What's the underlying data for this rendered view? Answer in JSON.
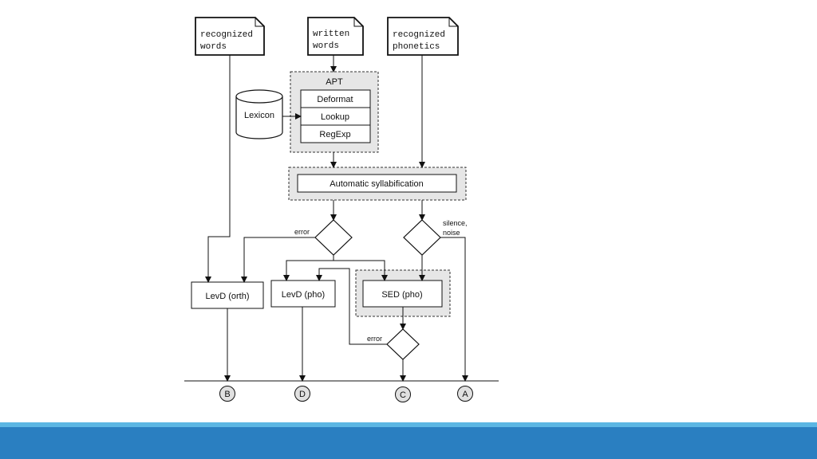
{
  "diagram": {
    "doc_recognized_words": [
      "recognized",
      "words"
    ],
    "doc_written_words": [
      "written",
      "words"
    ],
    "doc_recognized_phonetics": [
      "recognized",
      "phonetics"
    ],
    "apt_title": "APT",
    "apt_steps": [
      "Deformat",
      "Lookup",
      "RegExp"
    ],
    "lexicon": "Lexicon",
    "syllabification": "Automatic syllabification",
    "edge_error_1": "error",
    "edge_silence_noise": [
      "silence,",
      "noise"
    ],
    "edge_error_2": "error",
    "levd_orth": "LevD (orth)",
    "levd_pho": "LevD (pho)",
    "sed_pho": "SED (pho)",
    "outputs": {
      "b": "B",
      "d": "D",
      "c": "C",
      "a": "A"
    }
  },
  "colors": {
    "footer_bar": "#2a7fc1",
    "footer_line": "#5bb6e3",
    "group_fill": "#e6e6e6"
  }
}
